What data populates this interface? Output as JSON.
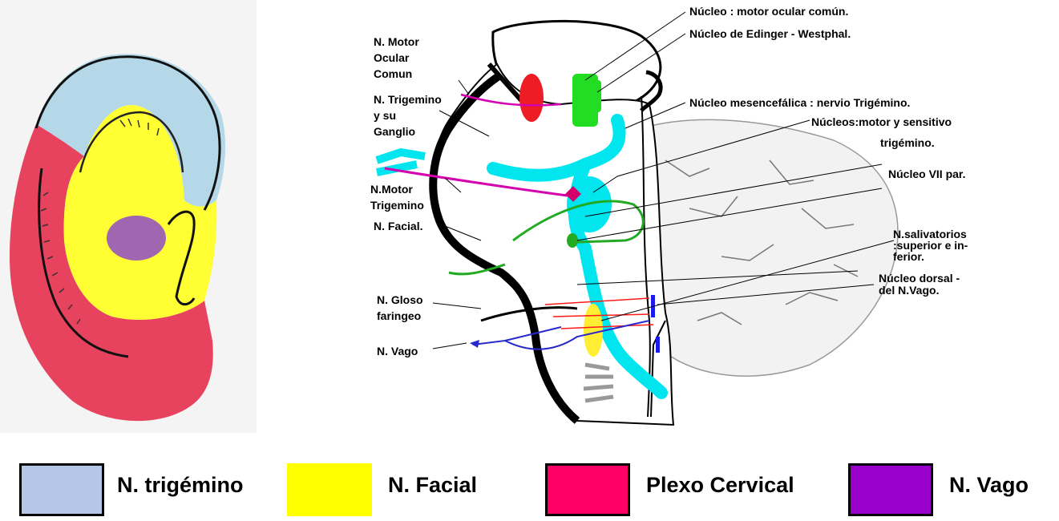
{
  "diagram": {
    "left_labels": {
      "motor_ocular": "N. Motor\nOcular\nComun",
      "trigemino_ganglio": "N. Trigemino\ny su\nGanglio",
      "motor_trigemino": "N.Motor\nTrigemino",
      "facial": "N. Facial.",
      "gloso": "N. Gloso\nfaringeo",
      "vago": "N. Vago"
    },
    "right_labels": {
      "nucleo_motor_ocular": "Núcleo : motor ocular común.",
      "edinger": "Núcleo de Edinger - Westphal.",
      "mesencefalica": "Núcleo mesencefálica : nervio Trigémino.",
      "motor_sensitivo": "Núcleos:motor y sensitivo",
      "trigemino": "trigémino.",
      "vii_par": "Núcleo VII par.",
      "salivatorios": "N.salivatorios\n:superior e in-\nferior.",
      "dorsal_vago": "Núcleo dorsal -\ndel N.Vago."
    }
  },
  "legend": [
    {
      "label": "N. trigémino",
      "color": "#b4c7e7"
    },
    {
      "label": "N. Facial",
      "color": "#ffff00"
    },
    {
      "label": "Plexo Cervical",
      "color": "#ff0066"
    },
    {
      "label": "N. Vago",
      "color": "#9900cc"
    }
  ],
  "colors": {
    "ear_trigemino": "#b4d8e8",
    "ear_facial": "#ffff33",
    "ear_cervical": "#e8435e",
    "ear_vago": "#a066b0",
    "nucleus_red": "#ee1c24",
    "nucleus_green": "#22dd22",
    "nerve_cyan": "#00e5ee",
    "nerve_magenta": "#d400b0"
  }
}
